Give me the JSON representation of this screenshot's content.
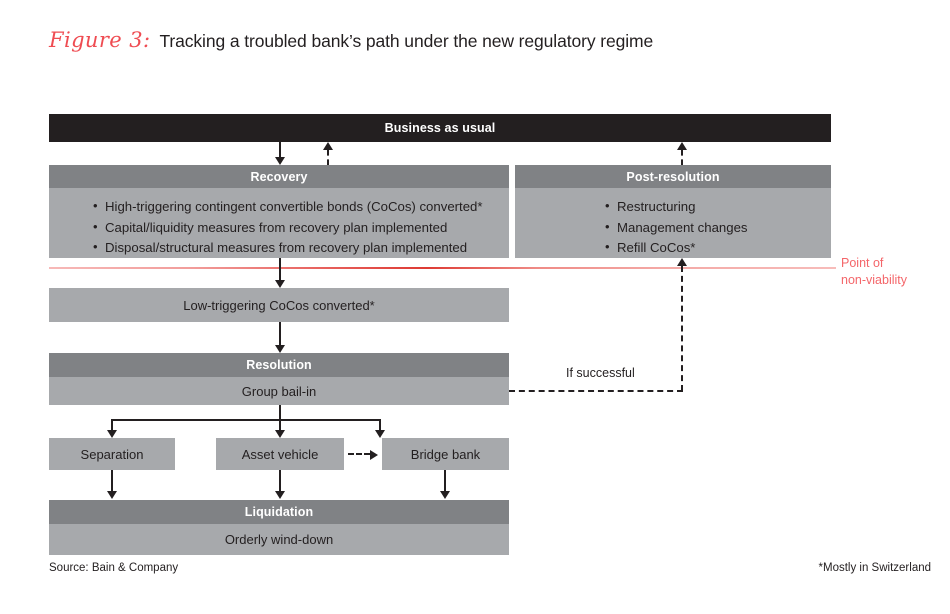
{
  "figure": {
    "label": "Figure 3:",
    "title": "Tracking a troubled bank’s path under the new regulatory regime"
  },
  "diagram": {
    "business_as_usual": {
      "label": "Business as usual"
    },
    "recovery": {
      "header": "Recovery",
      "bullets": [
        "High-triggering contingent convertible bonds (CoCos) converted*",
        "Capital/liquidity measures from recovery plan implemented",
        "Disposal/structural measures from recovery plan implemented"
      ]
    },
    "post_resolution": {
      "header": "Post-resolution",
      "bullets": [
        "Restructuring",
        "Management changes",
        "Refill CoCos*"
      ]
    },
    "low_triggering": {
      "label": "Low-triggering CoCos converted*"
    },
    "resolution": {
      "header": "Resolution",
      "body": "Group bail-in"
    },
    "options": [
      {
        "label": "Separation"
      },
      {
        "label": "Asset vehicle"
      },
      {
        "label": "Bridge bank"
      }
    ],
    "liquidation": {
      "header": "Liquidation",
      "body": "Orderly wind-down"
    },
    "point_of_non_viability": {
      "line1": "Point of",
      "line2": "non-viability"
    },
    "if_successful": {
      "label": "If successful"
    }
  },
  "footer": {
    "source": "Source: Bain & Company",
    "note": "*Mostly in Switzerland"
  },
  "colors": {
    "accent_red": "#ef4c52",
    "non_viability_red": "#f4666a",
    "header_gray": "#808285",
    "body_gray": "#a7a9ac",
    "black_bar": "#231f20"
  }
}
